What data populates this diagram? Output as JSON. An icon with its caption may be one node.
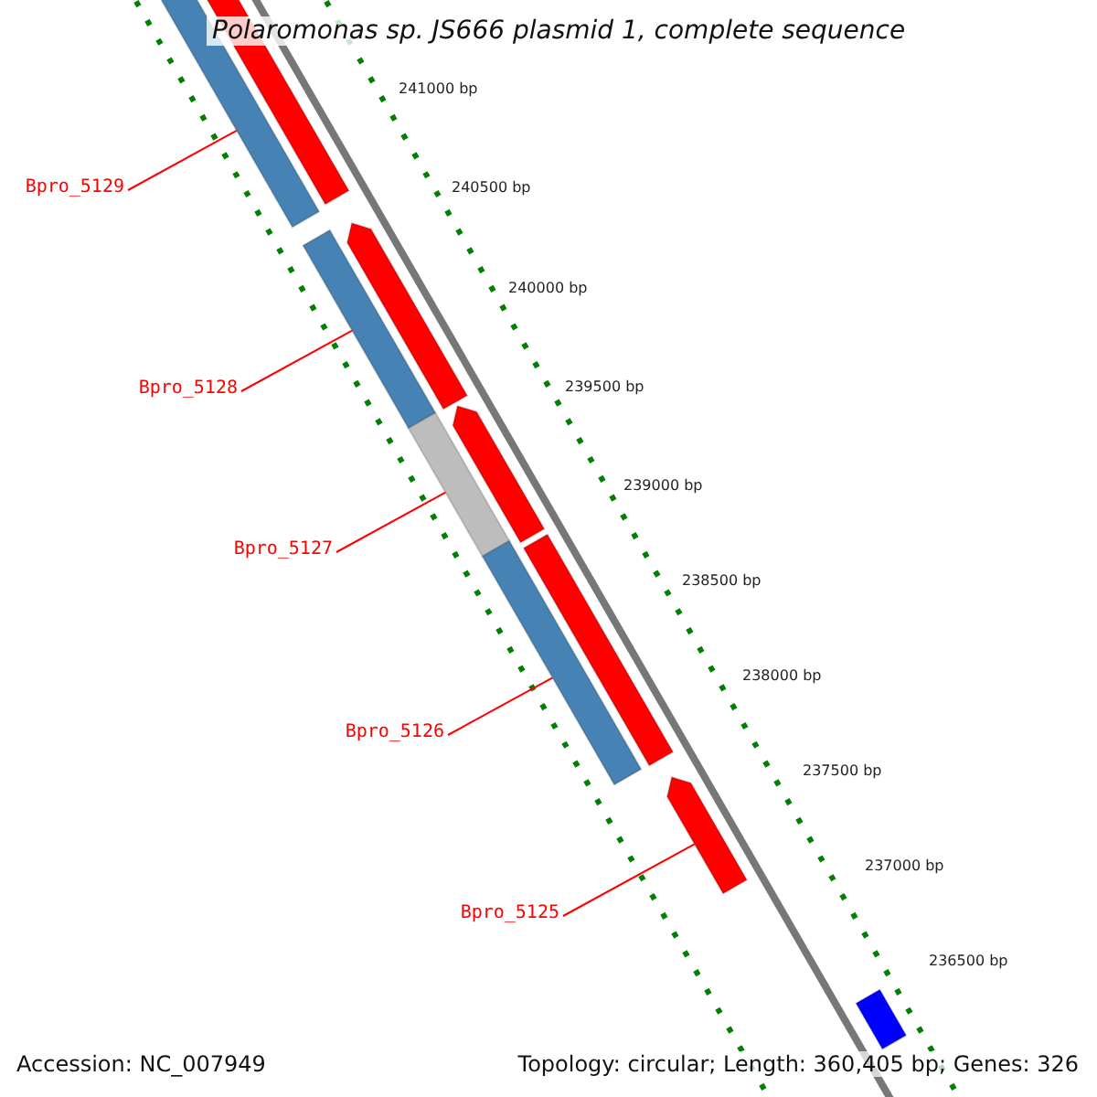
{
  "diagram": {
    "title": "Polaromonas sp. JS666 plasmid 1, complete sequence",
    "nodes": [
      {
        "text": [
          "Bpro_5129"
        ]
      },
      {
        "text": [
          "Bpro_5128"
        ]
      },
      {
        "text": [
          "Bpro_5127"
        ]
      },
      {
        "text": [
          "Bpro_5126"
        ]
      },
      {
        "text": [
          "Bpro_5125"
        ]
      },
      {
        "text": [],
        "shape": "bar"
      },
      {
        "text": [],
        "shape": "bar"
      },
      {
        "text": [],
        "shape": "bar"
      },
      {
        "text": [],
        "shape": "bar"
      },
      {
        "text": [],
        "shape": "bar"
      },
      {
        "text": [],
        "shape": "bar"
      },
      {
        "text": [],
        "shape": "bar"
      },
      {
        "text": [],
        "shape": "bar"
      },
      {
        "text": [],
        "shape": "bar"
      },
      {
        "text": [],
        "shape": "bar"
      }
    ],
    "edges": [
      {
        "from": 0,
        "to": 5,
        "arrow": "none"
      },
      {
        "from": 1,
        "to": 6,
        "arrow": "none"
      },
      {
        "from": 2,
        "to": 7,
        "arrow": "none"
      },
      {
        "from": 3,
        "to": 8,
        "arrow": "none"
      },
      {
        "from": 4,
        "to": 9,
        "arrow": "none"
      }
    ],
    "labels": [
      "241000 bp",
      "240500 bp",
      "240000 bp",
      "239500 bp",
      "239000 bp",
      "238500 bp",
      "238000 bp",
      "237500 bp",
      "237000 bp",
      "236500 bp",
      "Accession: NC_007949",
      "Topology: circular; Length: 360,405 bp; Genes: 326"
    ]
  }
}
